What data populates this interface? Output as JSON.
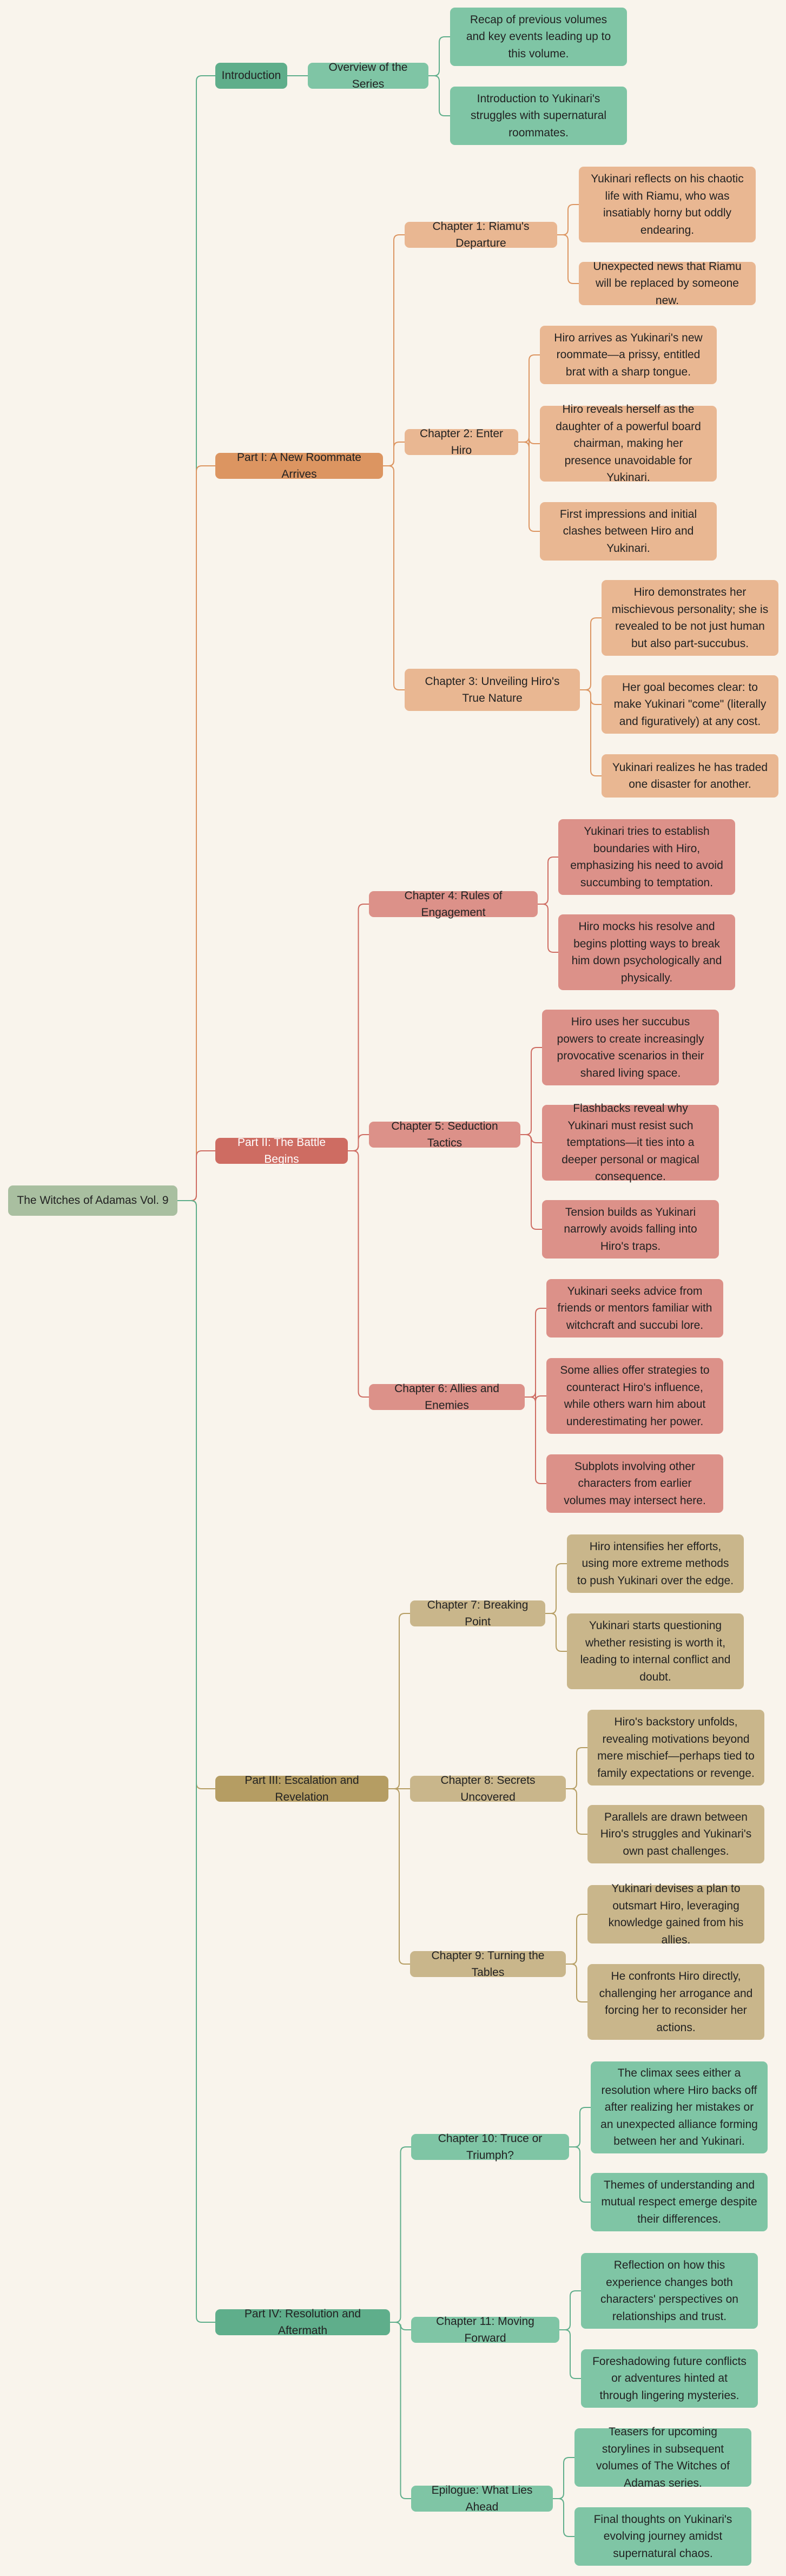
{
  "diagram": {
    "root": "The Witches of Adamas Vol. 9",
    "parts": [
      {
        "id": "intro",
        "label": "Introduction",
        "children": [
          {
            "label": "Overview of the Series",
            "points": [
              "Recap of previous volumes and key events leading up to this volume.",
              "Introduction to Yukinari's struggles with supernatural roommates."
            ]
          }
        ]
      },
      {
        "id": "p1",
        "label": "Part I: A New Roommate Arrives",
        "children": [
          {
            "label": "Chapter 1: Riamu's Departure",
            "points": [
              "Yukinari reflects on his chaotic life with Riamu, who was insatiably horny but oddly endearing.",
              "Unexpected news that Riamu will be replaced by someone new."
            ]
          },
          {
            "label": "Chapter 2: Enter Hiro",
            "points": [
              "Hiro arrives as Yukinari's new roommate—a prissy, entitled brat with a sharp tongue.",
              "Hiro reveals herself as the daughter of a powerful board chairman, making her presence unavoidable for Yukinari.",
              "First impressions and initial clashes between Hiro and Yukinari."
            ]
          },
          {
            "label": "Chapter 3: Unveiling Hiro's True Nature",
            "points": [
              "Hiro demonstrates her mischievous personality; she is revealed to be not just human but also part-succubus.",
              "Her goal becomes clear: to make Yukinari \"come\" (literally and figuratively) at any cost.",
              "Yukinari realizes he has traded one disaster for another."
            ]
          }
        ]
      },
      {
        "id": "p2",
        "label": "Part II: The Battle Begins",
        "children": [
          {
            "label": "Chapter 4: Rules of Engagement",
            "points": [
              "Yukinari tries to establish boundaries with Hiro, emphasizing his need to avoid succumbing to temptation.",
              "Hiro mocks his resolve and begins plotting ways to break him down psychologically and physically."
            ]
          },
          {
            "label": "Chapter 5: Seduction Tactics",
            "points": [
              "Hiro uses her succubus powers to create increasingly provocative scenarios in their shared living space.",
              "Flashbacks reveal why Yukinari must resist such temptations—it ties into a deeper personal or magical consequence.",
              "Tension builds as Yukinari narrowly avoids falling into Hiro's traps."
            ]
          },
          {
            "label": "Chapter 6: Allies and Enemies",
            "points": [
              "Yukinari seeks advice from friends or mentors familiar with witchcraft and succubi lore.",
              "Some allies offer strategies to counteract Hiro's influence, while others warn him about underestimating her power.",
              "Subplots involving other characters from earlier volumes may intersect here."
            ]
          }
        ]
      },
      {
        "id": "p3",
        "label": "Part III: Escalation and Revelation",
        "children": [
          {
            "label": "Chapter 7: Breaking Point",
            "points": [
              "Hiro intensifies her efforts, using more extreme methods to push Yukinari over the edge.",
              "Yukinari starts questioning whether resisting is worth it, leading to internal conflict and doubt."
            ]
          },
          {
            "label": "Chapter 8: Secrets Uncovered",
            "points": [
              "Hiro's backstory unfolds, revealing motivations beyond mere mischief—perhaps tied to family expectations or revenge.",
              "Parallels are drawn between Hiro's struggles and Yukinari's own past challenges."
            ]
          },
          {
            "label": "Chapter 9: Turning the Tables",
            "points": [
              "Yukinari devises a plan to outsmart Hiro, leveraging knowledge gained from his allies.",
              "He confronts Hiro directly, challenging her arrogance and forcing her to reconsider her actions."
            ]
          }
        ]
      },
      {
        "id": "p4",
        "label": "Part IV: Resolution and Aftermath",
        "children": [
          {
            "label": "Chapter 10: Truce or Triumph?",
            "points": [
              "The climax sees either a resolution where Hiro backs off after realizing her mistakes or an unexpected alliance forming between her and Yukinari.",
              "Themes of understanding and mutual respect emerge despite their differences."
            ]
          },
          {
            "label": "Chapter 11: Moving Forward",
            "points": [
              "Reflection on how this experience changes both characters' perspectives on relationships and trust.",
              "Foreshadowing future conflicts or adventures hinted at through lingering mysteries."
            ]
          },
          {
            "label": "Epilogue: What Lies Ahead",
            "points": [
              "Teasers for upcoming storylines in subsequent volumes of The Witches of Adamas series.",
              "Final thoughts on Yukinari's evolving journey amidst supernatural chaos."
            ]
          }
        ]
      }
    ]
  },
  "colors": {
    "background": "#f9f4ec",
    "root": "#a9bfa0",
    "intro": "#5fae8b",
    "part1": "#dc9561",
    "part2": "#ce6c62",
    "part3": "#b59d63",
    "part4": "#5fae8b"
  }
}
